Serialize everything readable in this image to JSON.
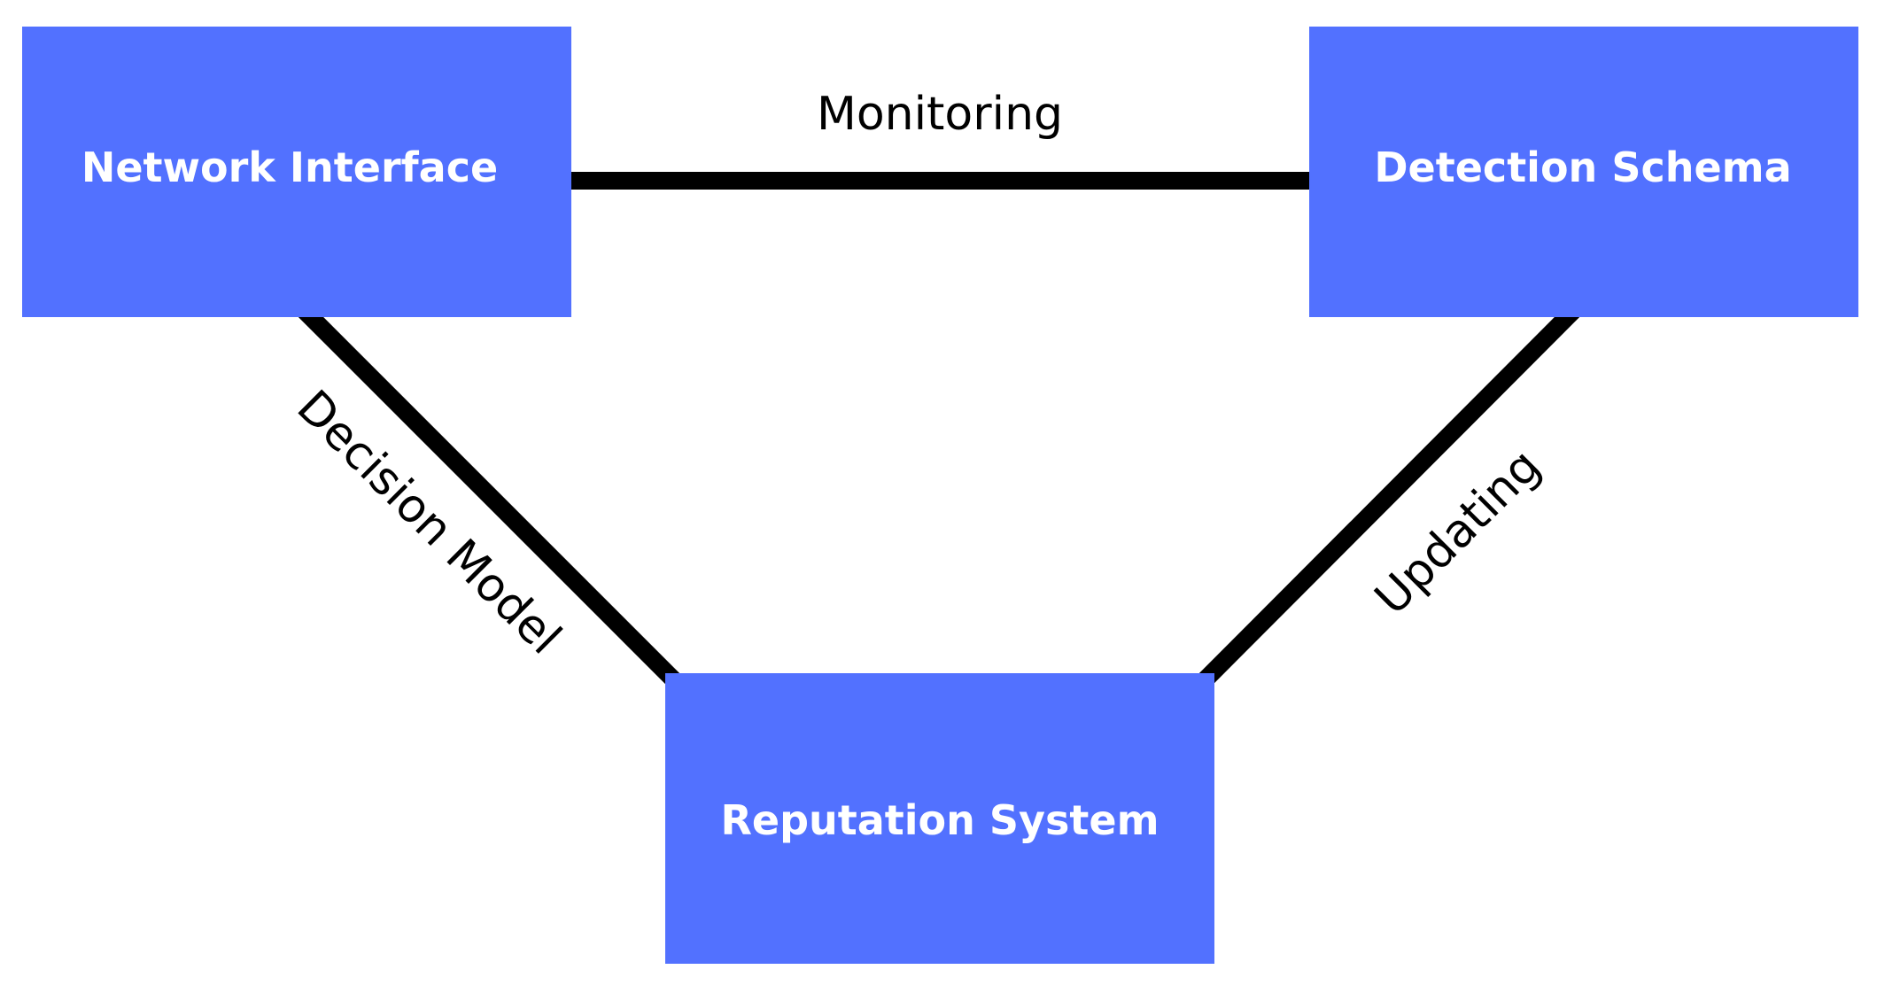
{
  "colors": {
    "node_fill": "#5271FF",
    "node_text": "#FFFFFF",
    "edge": "#000000",
    "background": "#FFFFFF"
  },
  "nodes": {
    "network_interface": {
      "label": "Network Interface"
    },
    "detection_schema": {
      "label": "Detection Schema"
    },
    "reputation_system": {
      "label": "Reputation System"
    }
  },
  "edges": {
    "monitoring": {
      "label": "Monitoring",
      "from": "Network Interface",
      "to": "Detection Schema"
    },
    "decision_model": {
      "label": "Decision Model",
      "from": "Network Interface",
      "to": "Reputation System"
    },
    "updating": {
      "label": "Updating",
      "from": "Detection Schema",
      "to": "Reputation System"
    }
  }
}
